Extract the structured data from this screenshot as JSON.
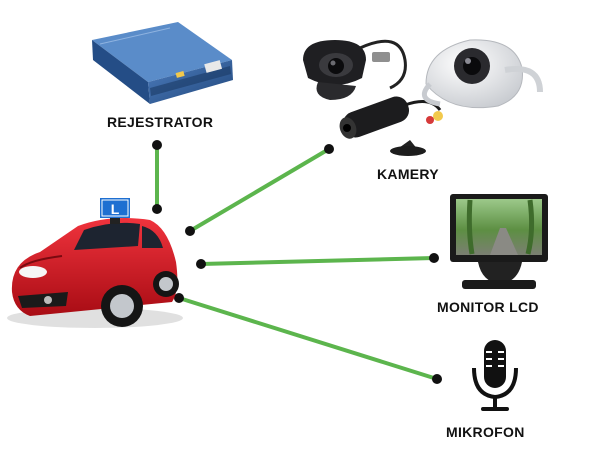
{
  "labels": {
    "recorder": "REJESTRATOR",
    "cameras": "KAMERY",
    "monitor": "MONITOR LCD",
    "microphone": "MIKROFON"
  },
  "car": {
    "sign_letter": "L"
  },
  "colors": {
    "connector": "#5cb54d",
    "dot": "#111111",
    "car_body": "#d8131f",
    "sign": "#1e6fd1",
    "recorder_body": "#2f5f9a"
  }
}
